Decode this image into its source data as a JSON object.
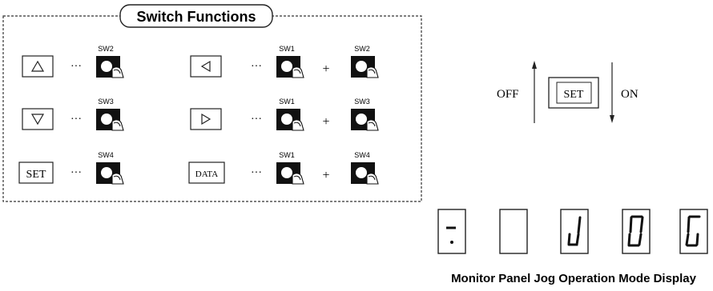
{
  "panel": {
    "title": "Switch Functions",
    "rows": [
      {
        "left": {
          "key": "△",
          "key_icon": "up-triangle-icon",
          "dots": "···",
          "switches": [
            "SW2"
          ]
        },
        "right": {
          "key": "◁",
          "key_icon": "left-triangle-icon",
          "dots": "···",
          "switches": [
            "SW1",
            "SW2"
          ],
          "plus": "+"
        }
      },
      {
        "left": {
          "key": "▽",
          "key_icon": "down-triangle-icon",
          "dots": "···",
          "switches": [
            "SW3"
          ]
        },
        "right": {
          "key": "▷",
          "key_icon": "right-triangle-icon",
          "dots": "···",
          "switches": [
            "SW1",
            "SW3"
          ],
          "plus": "+"
        }
      },
      {
        "left": {
          "key": "SET",
          "dots": "···",
          "switches": [
            "SW4"
          ]
        },
        "right": {
          "key": "DATA",
          "dots": "···",
          "switches": [
            "SW1",
            "SW4"
          ],
          "plus": "+"
        }
      }
    ]
  },
  "set_diagram": {
    "off_label": "OFF",
    "key_label": "SET",
    "on_label": "ON"
  },
  "monitor": {
    "digits": [
      "-.",
      " ",
      "J",
      "0",
      "G"
    ],
    "caption": "Monitor Panel Jog Operation Mode Display"
  },
  "colors": {
    "ink": "#111111",
    "border": "#333333",
    "background": "#ffffff"
  }
}
